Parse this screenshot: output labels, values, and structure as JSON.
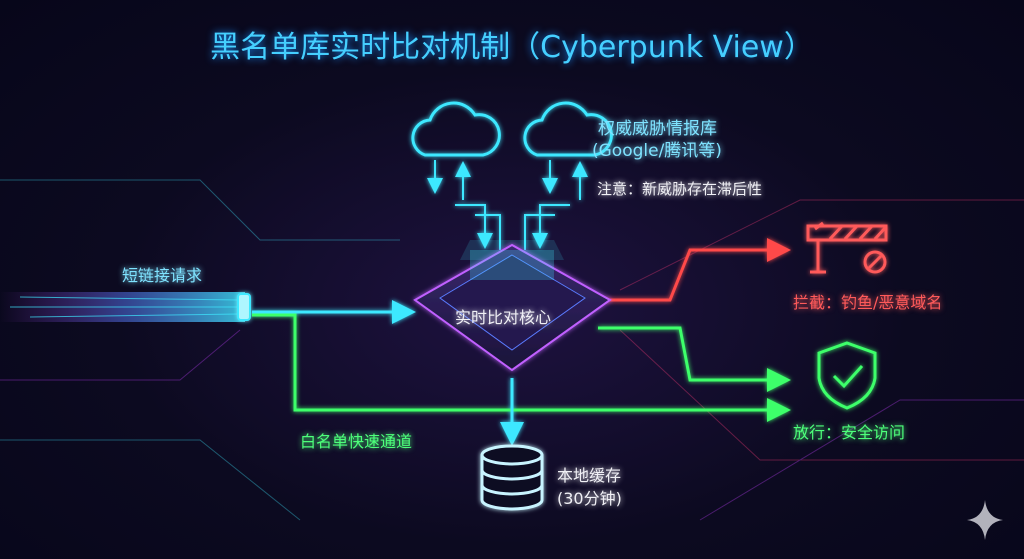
{
  "title": "黑名单库实时比对机制（Cyberpunk View）",
  "nodes": {
    "threat_db": {
      "line1": "权威威胁情报库",
      "line2": "(Google/腾讯等)"
    },
    "threat_note": "注意：新威胁存在滞后性",
    "request": "短链接请求",
    "core": "实时比对核心",
    "block": "拦截：钓鱼/恶意域名",
    "allow": "放行：安全访问",
    "whitelist": "白名单快速通道",
    "cache": {
      "line1": "本地缓存",
      "line2": "(30分钟)"
    }
  },
  "colors": {
    "cyan": "#3ee8ff",
    "red": "#ff4a4a",
    "green": "#3cff6a",
    "title": "#45cfff",
    "background": "#0c0a20"
  }
}
